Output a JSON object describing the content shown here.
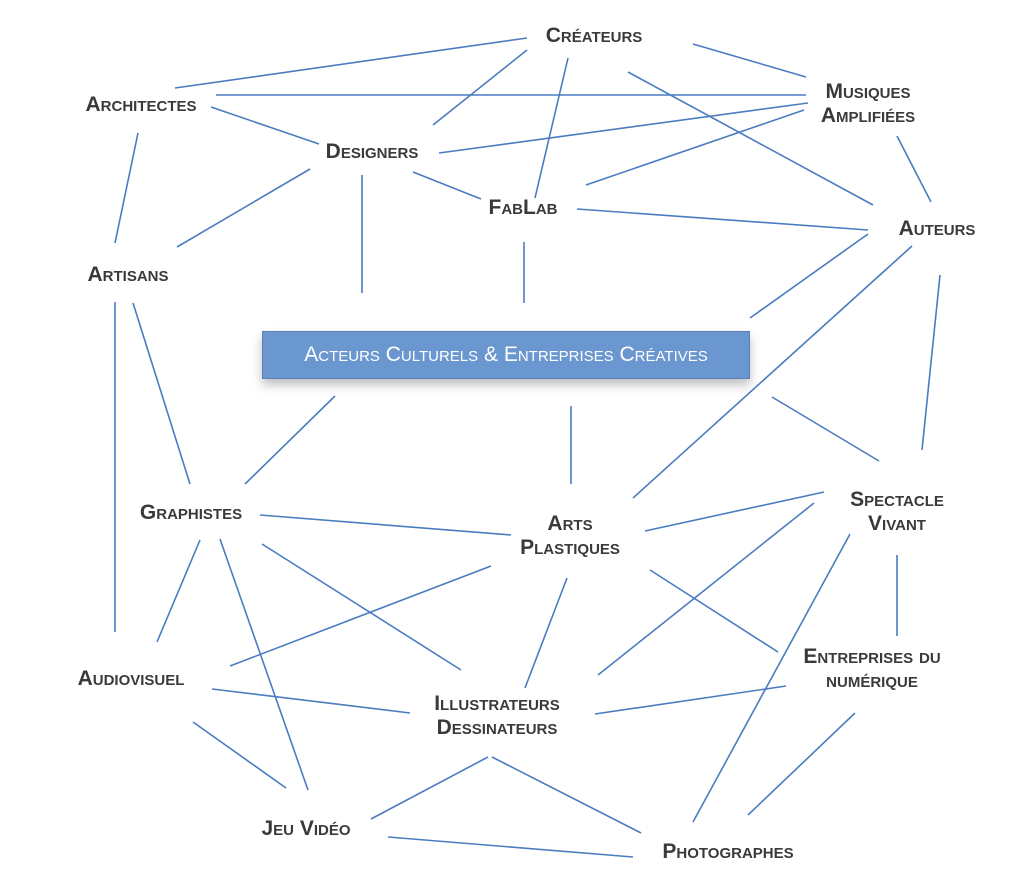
{
  "diagram": {
    "line_color": "#4a7cc0",
    "center_color": "#6b97d1",
    "center_label": "Acteurs Culturels & Entreprises Créatives",
    "nodes": {
      "createurs": "Créateurs",
      "architectes": "Architectes",
      "musiques_1": "Musiques",
      "musiques_2": "Amplifiées",
      "designers": "Designers",
      "fablab": "FabLab",
      "auteurs": "Auteurs",
      "artisans": "Artisans",
      "graphistes": "Graphistes",
      "arts_1": "Arts",
      "arts_2": "Plastiques",
      "spectacle_1": "Spectacle",
      "spectacle_2": "Vivant",
      "entreprises_1": "Entreprises du",
      "entreprises_2": "numérique",
      "audiovisuel": "Audiovisuel",
      "illustrateurs_1": "Illustrateurs",
      "illustrateurs_2": "Dessinateurs",
      "jeu_video": "Jeu Vidéo",
      "photographes": "Photographes"
    }
  }
}
